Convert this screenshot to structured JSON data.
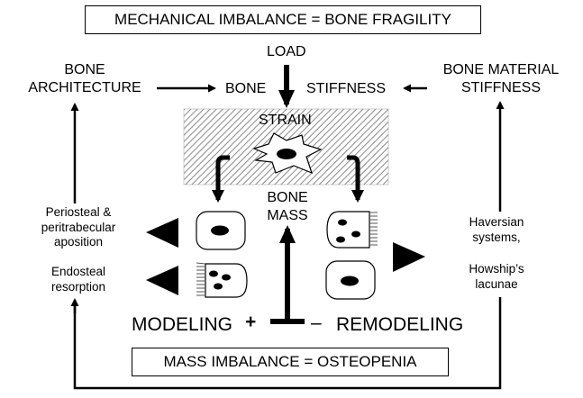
{
  "title_top": "MECHANICAL IMBALANCE = BONE FRAGILITY",
  "title_bottom": "MASS IMBALANCE = OSTEOPENIA",
  "load": "LOAD",
  "strain": "STRAIN",
  "bone_architecture": [
    "BONE",
    "ARCHITECTURE"
  ],
  "bone_stiffness": {
    "left": "BONE",
    "right": "STIFFNESS"
  },
  "bone_material_stiffness": [
    "BONE MATERIAL",
    "STIFFNESS"
  ],
  "bone_mass": [
    "BONE",
    "MASS"
  ],
  "left_labels": {
    "apposition": [
      "Periosteal &",
      "peritrabecular",
      "aposition"
    ],
    "resorption": [
      "Endosteal",
      "resorption"
    ]
  },
  "right_labels": {
    "haversian": [
      "Haversian",
      "systems,"
    ],
    "howship": [
      "Howship’s",
      "lacunae"
    ]
  },
  "modeling": "MODELING",
  "plus": "+",
  "minus": "–",
  "remodeling": "REMODELING"
}
